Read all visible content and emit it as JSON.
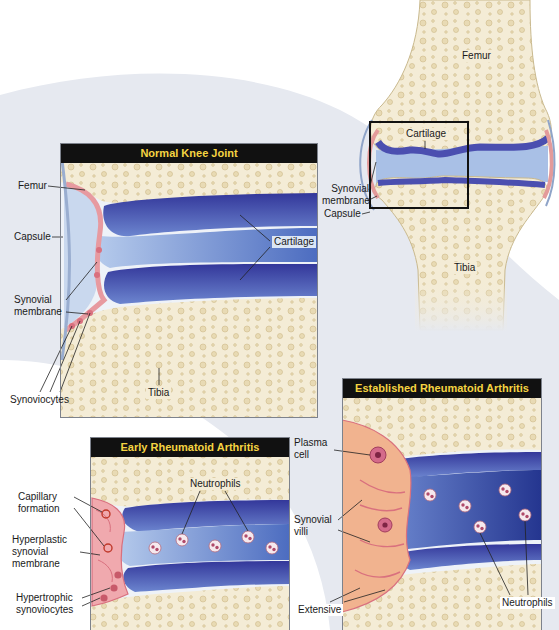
{
  "diagram": {
    "nodes": [
      {
        "text": [
          "Normal Knee Joint"
        ]
      },
      {
        "text": [
          "Early Rheumatoid Arthritis"
        ]
      },
      {
        "text": [
          "Established Rheumatoid Arthritis"
        ]
      }
    ],
    "labels": [
      "Femur",
      "Cartilage",
      "Synovial membrane",
      "Capsule",
      "Tibia",
      "Femur",
      "Capsule",
      "Cartilage",
      "Synovial membrane",
      "Synoviocytes",
      "Tibia",
      "Capillary formation",
      "Neutrophils",
      "Hyperplastic synovial membrane",
      "Hypertrophic synoviocytes",
      "Plasma cell",
      "Synovial villi",
      "Extensive",
      "Neutrophils"
    ]
  }
}
